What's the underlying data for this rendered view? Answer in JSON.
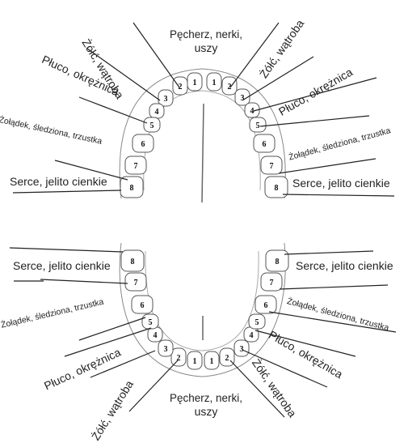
{
  "labels": {
    "bladder": "Pęcherz, nerki,",
    "ears": "uszy",
    "gallbladder_liver": "Żółć, wątroba",
    "lung_colon": "Płuco, okrężnica",
    "stomach_spleen_pancreas": "Żołądek, śledziona, trzustka",
    "heart_small_intestine": "Serce, jelito cienkie"
  },
  "tooth_numbers": [
    "1",
    "2",
    "3",
    "4",
    "5",
    "6",
    "7",
    "8"
  ],
  "colors": {
    "outline": "#555555",
    "line": "#222222",
    "text": "#222222"
  }
}
